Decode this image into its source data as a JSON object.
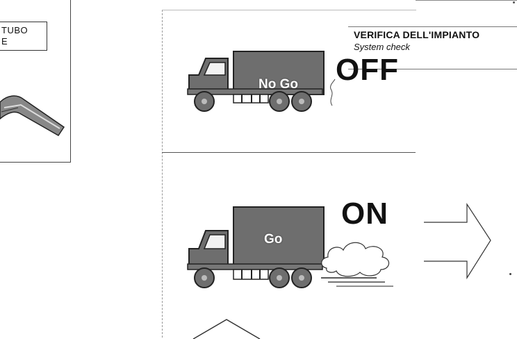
{
  "left_panel": {
    "box_line1": "TUBO",
    "box_line2": "E"
  },
  "caption": {
    "title": "VERIFICA DELL'IMPIANTO",
    "subtitle": "System check"
  },
  "off_scene": {
    "state": "OFF",
    "truck_label": "No Go"
  },
  "on_scene": {
    "state": "ON",
    "truck_label": "Go"
  },
  "colors": {
    "truck_body": "#6e6e6e",
    "line": "#222222"
  }
}
